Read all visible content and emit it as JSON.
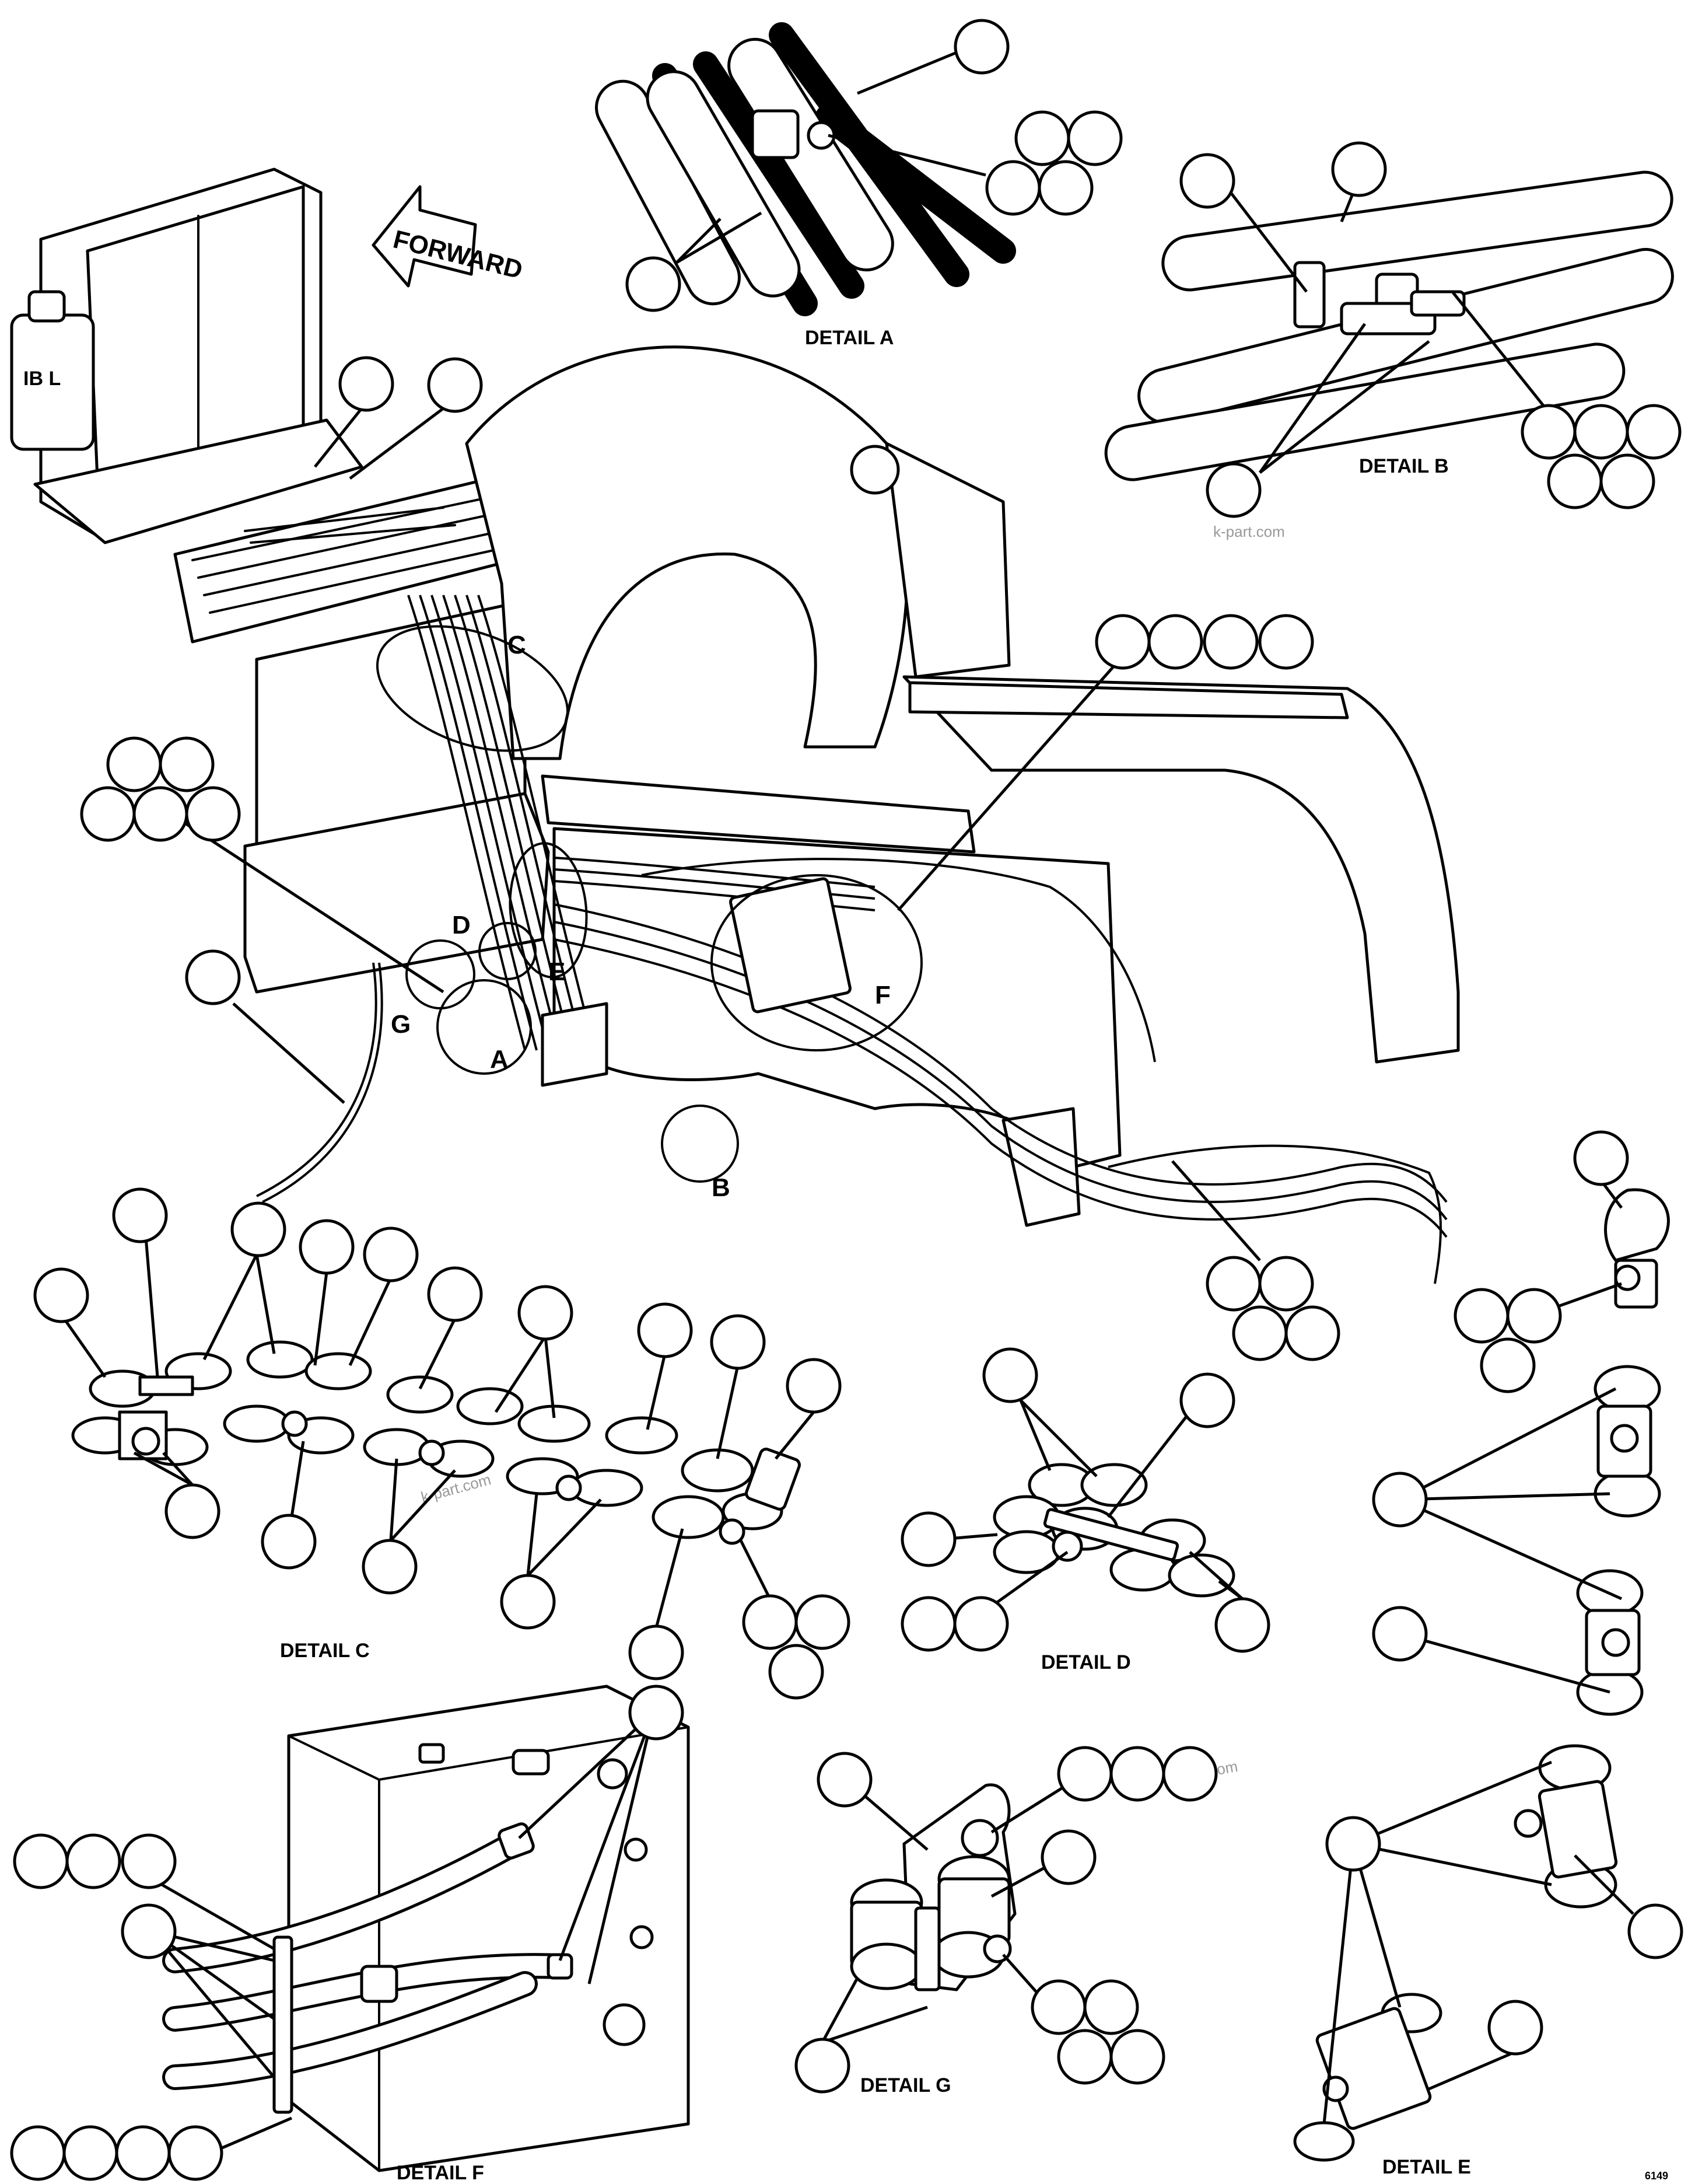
{
  "colors": {
    "line": "#000000",
    "background": "#ffffff",
    "watermark": "#999999"
  },
  "labels": {
    "forward": "FORWARD",
    "detail_a": "DETAIL A",
    "detail_b": "DETAIL B",
    "detail_c": "DETAIL C",
    "detail_d": "DETAIL D",
    "detail_e": "DETAIL E",
    "detail_f": "DETAIL F",
    "detail_g": "DETAIL G",
    "view_a": "A",
    "view_b": "B",
    "view_c": "C",
    "view_d": "D",
    "view_e": "E",
    "view_f": "F",
    "view_g": "G",
    "tank_text": "IB L",
    "figure_id": "6149",
    "watermark": "k-part.com"
  }
}
